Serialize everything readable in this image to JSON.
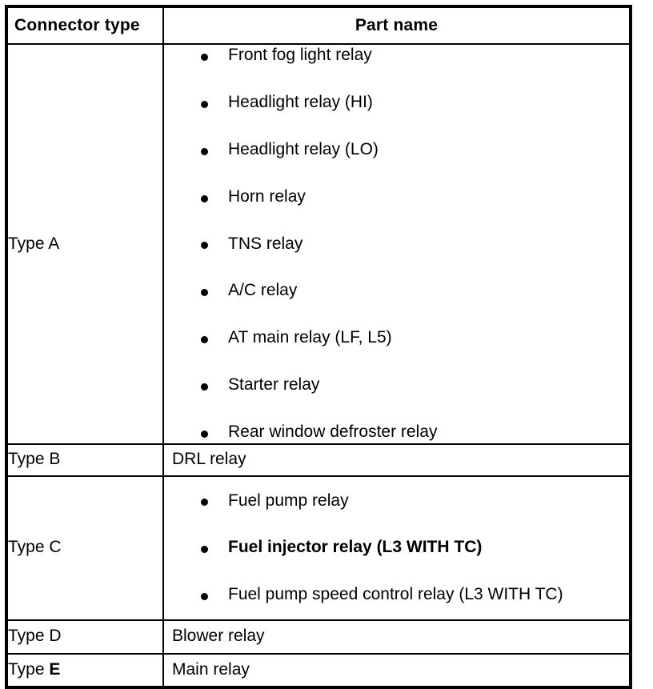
{
  "table": {
    "headers": {
      "connector_type": "Connector type",
      "part_name": "Part name"
    },
    "rows": [
      {
        "type_label_prefix": "Type ",
        "type_label_letter": "A",
        "type_label_bold": false,
        "bulleted": true,
        "items": [
          {
            "text": "Front fog light relay",
            "bold": false
          },
          {
            "text": "Headlight relay (HI)",
            "bold": false
          },
          {
            "text": "Headlight relay (LO)",
            "bold": false
          },
          {
            "text": "Horn relay",
            "bold": false
          },
          {
            "text": "TNS relay",
            "bold": false
          },
          {
            "text": "A/C relay",
            "bold": false
          },
          {
            "text": "AT main relay (LF, L5)",
            "bold": false
          },
          {
            "text": "Starter relay",
            "bold": false
          },
          {
            "text": "Rear window defroster relay",
            "bold": false
          }
        ]
      },
      {
        "type_label_prefix": "Type ",
        "type_label_letter": "B",
        "type_label_bold": false,
        "bulleted": false,
        "plain_text": "DRL relay",
        "items": []
      },
      {
        "type_label_prefix": "Type ",
        "type_label_letter": "C",
        "type_label_bold": false,
        "bulleted": true,
        "items": [
          {
            "text": "Fuel pump relay",
            "bold": false
          },
          {
            "text": "Fuel injector relay (L3 WITH TC)",
            "bold": true
          },
          {
            "text": "Fuel pump speed control relay (L3 WITH TC)",
            "bold": false
          }
        ]
      },
      {
        "type_label_prefix": "Type ",
        "type_label_letter": "D",
        "type_label_bold": false,
        "bulleted": false,
        "plain_text": "Blower relay",
        "items": []
      },
      {
        "type_label_prefix": "Type ",
        "type_label_letter": "E",
        "type_label_bold": true,
        "bulleted": false,
        "plain_text": "Main relay",
        "items": []
      }
    ]
  }
}
